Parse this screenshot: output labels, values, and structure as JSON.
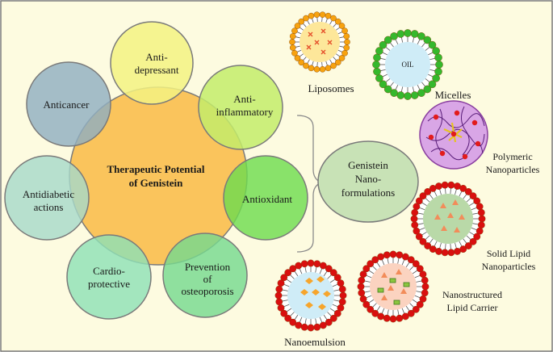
{
  "center": {
    "line1": "Therapeutic Potential",
    "line2": "of Genistein"
  },
  "petals": {
    "antidepressant": {
      "line1": "Anti-",
      "line2": "depressant"
    },
    "anti_inflammatory": {
      "line1": "Anti-",
      "line2": "inflammatory"
    },
    "antioxidant": {
      "line1": "Antioxidant"
    },
    "osteoporosis": {
      "line1": "Prevention",
      "line2": "of",
      "line3": "osteoporosis"
    },
    "cardioprotective": {
      "line1": "Cardio-",
      "line2": "protective"
    },
    "antidiabetic": {
      "line1": "Antidiabetic",
      "line2": "actions"
    },
    "anticancer": {
      "line1": "Anticancer"
    }
  },
  "nano_hub": {
    "line1": "Genistein",
    "line2": "Nano-",
    "line3": "formulations"
  },
  "formulations": {
    "liposomes": "Liposomes",
    "micelles": "Micelles",
    "micelle_core": "OIL",
    "polymeric": {
      "line1": "Polymeric",
      "line2": "Nanoparticles"
    },
    "sln": {
      "line1": "Solid Lipid",
      "line2": "Nanoparticles"
    },
    "nlc": {
      "line1": "Nanostructured",
      "line2": "Lipid Carrier"
    },
    "nanoemulsion": "Nanoemulsion"
  },
  "colors": {
    "background_panel": "#fdfbe0",
    "center": "#f9b73e",
    "antidepressant": "#f3f281",
    "anti_inflammatory": "#c3ec6a",
    "antioxidant": "#6fdc4f",
    "osteoporosis": "#76d98f",
    "cardioprotective": "#8fe0b6",
    "antidiabetic": "#a7d9c9",
    "anticancer": "#90aec1",
    "nano_hub": "#c8e2b6",
    "lipid_head_orange": "#f7a20f",
    "lipid_head_green": "#35b82c",
    "lipid_head_red": "#d90f0f"
  }
}
